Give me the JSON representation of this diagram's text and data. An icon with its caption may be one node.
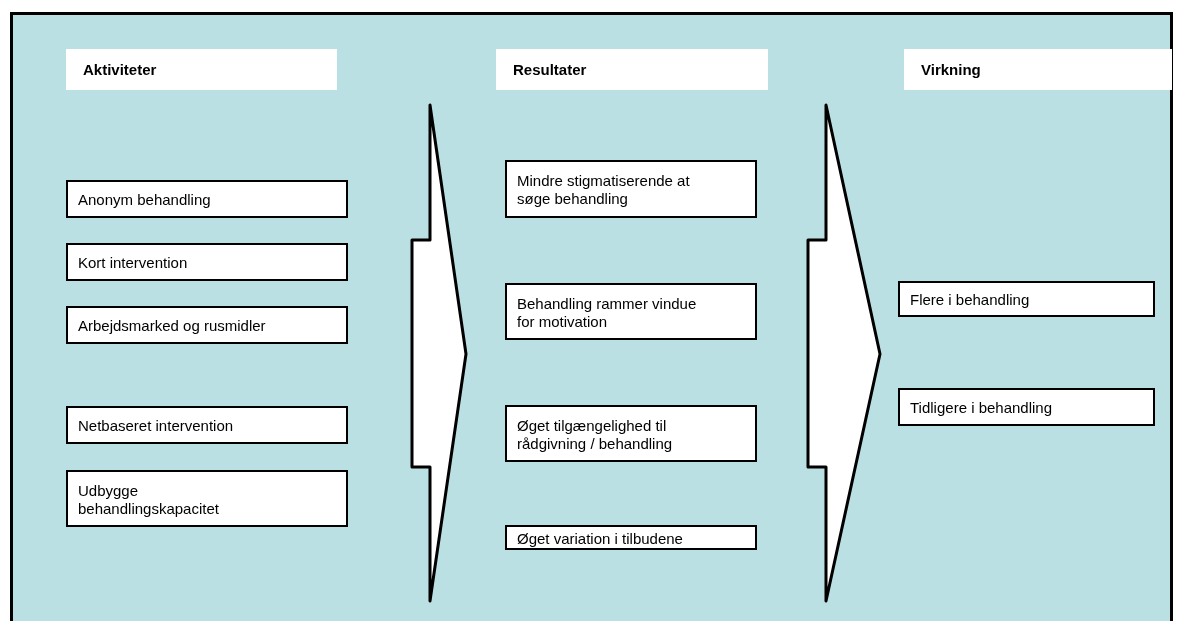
{
  "diagram": {
    "nodes": [
      {
        "text": [
          "Aktiviteter"
        ]
      },
      {
        "text": [
          "Resultater"
        ]
      },
      {
        "text": [
          "Virkning"
        ]
      },
      {
        "text": [
          "Anonym behandling"
        ]
      },
      {
        "text": [
          "Kort intervention"
        ]
      },
      {
        "text": [
          "Arbejdsmarked og rusmidler"
        ]
      },
      {
        "text": [
          "Netbaseret intervention"
        ]
      },
      {
        "text": [
          "Udbygge behandlingskapacitet"
        ]
      },
      {
        "text": [
          "Mindre stigmatiserende at søge behandling"
        ]
      },
      {
        "text": [
          "Behandling rammer vindue for motivation"
        ]
      },
      {
        "text": [
          "Øget tilgængelighed til rådgivning / behandling"
        ]
      },
      {
        "text": [
          "Øget variation i tilbudene"
        ]
      },
      {
        "text": [
          "Flere i behandling"
        ]
      },
      {
        "text": [
          "Tidligere i behandling"
        ]
      }
    ]
  }
}
